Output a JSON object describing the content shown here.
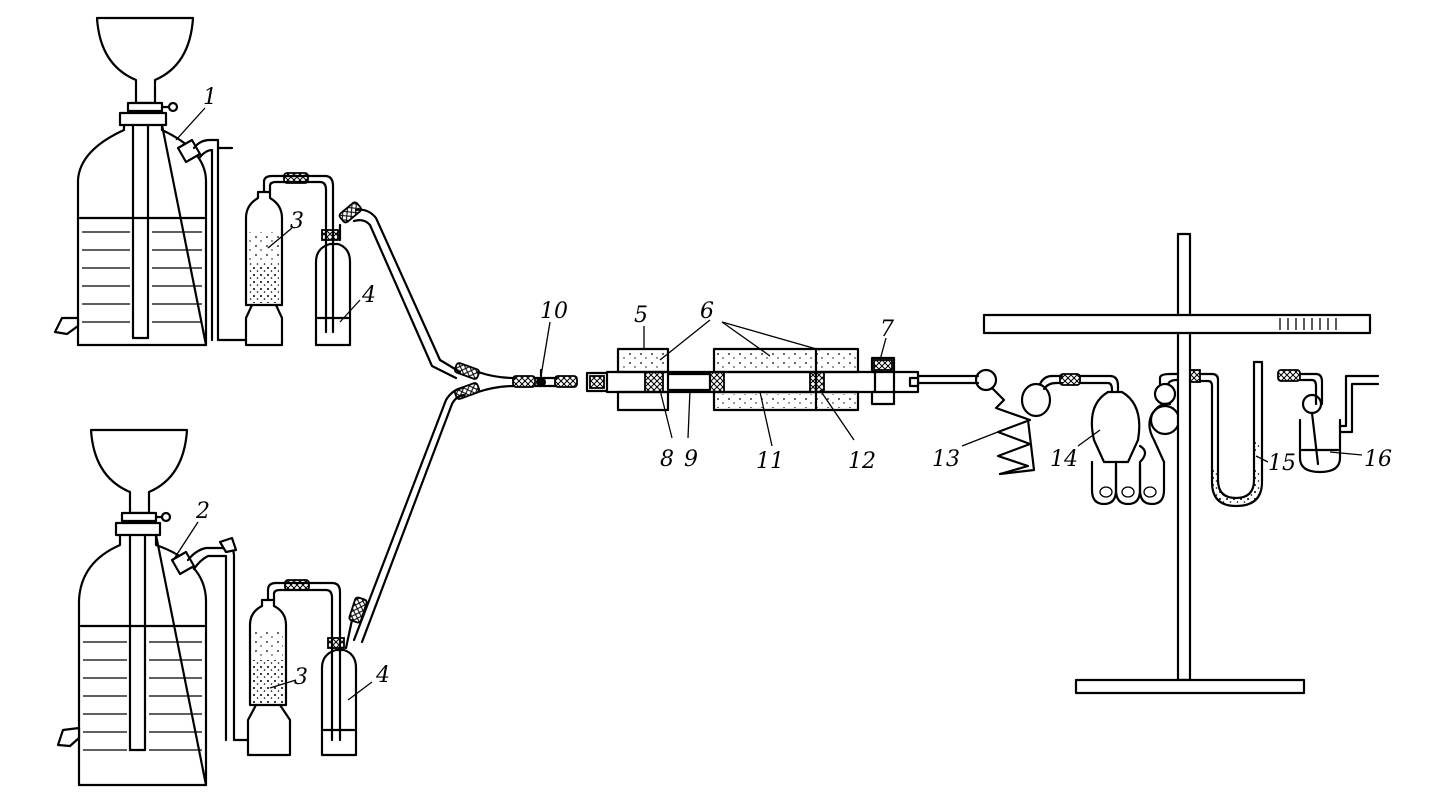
{
  "labels": {
    "l1": "1",
    "l2": "2",
    "l3a": "3",
    "l3b": "3",
    "l4a": "4",
    "l4b": "4",
    "l5": "5",
    "l6": "6",
    "l7": "7",
    "l8": "8",
    "l9": "9",
    "l10": "10",
    "l11": "11",
    "l12": "12",
    "l13": "13",
    "l14": "14",
    "l15": "15",
    "l16": "16"
  }
}
